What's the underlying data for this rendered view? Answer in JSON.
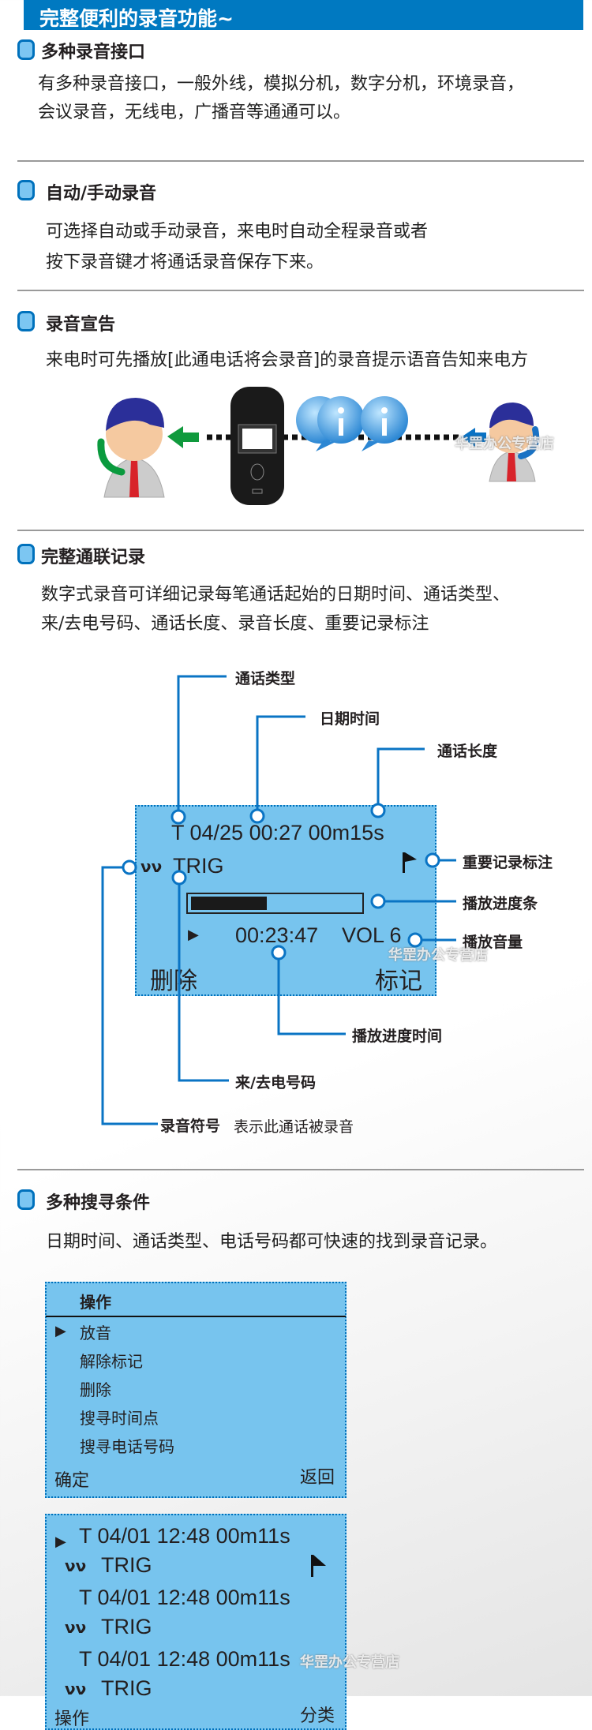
{
  "header": {
    "title": "完整便利的录音功能~"
  },
  "sections": [
    {
      "title": "多种录音接口",
      "lines": [
        "有多种录音接口，一般外线，模拟分机，数字分机，环境录音，",
        "会议录音，无线电，广播音等通通可以。"
      ]
    },
    {
      "title": "自动/手动录音",
      "lines": [
        "可选择自动或手动录音，来电时自动全程录音或者",
        "按下录音键才将通话录音保存下来。"
      ]
    },
    {
      "title": "录音宣告",
      "lines": [
        "来电时可先播放[此通电话将会录音]的录音提示语音告知来电方"
      ]
    },
    {
      "title": "完整通联记录",
      "lines": [
        "数字式录音可详细记录每笔通话起始的日期时间、通话类型、",
        "来/去电号码、通话长度、录音长度、重要记录标注"
      ]
    },
    {
      "title": "多种搜寻条件",
      "lines": [
        "日期时间、通话类型、电话号码都可快速的找到录音记录。"
      ]
    }
  ],
  "watermark": "华罡办公专营店",
  "lcd_detail": {
    "row1": "T 04/25  00:27  00m15s",
    "trig": "TRIG",
    "progress_fraction": 0.45,
    "time": "00:23:47",
    "vol": "VOL 6",
    "left_soft": "删除",
    "right_soft": "标记",
    "callouts": {
      "call_type": "通话类型",
      "datetime": "日期时间",
      "duration": "通话长度",
      "important_mark": "重要记录标注",
      "progress_bar": "播放进度条",
      "volume": "播放音量",
      "progress_time": "播放进度时间",
      "number": "来/去电号码",
      "rec_symbol": "录音符号",
      "rec_symbol_desc": "表示此通话被录音"
    }
  },
  "menu_lcd": {
    "title": "操作",
    "items": [
      "放音",
      "解除标记",
      "删除",
      "搜寻时间点",
      "搜寻电话号码"
    ],
    "ok": "确定",
    "back": "返回"
  },
  "list_lcd": {
    "records": [
      {
        "line": "T 04/01  12:48  00m11s",
        "sub": "TRIG",
        "selected": true,
        "flag": true
      },
      {
        "line": "T 04/01  12:48  00m11s",
        "sub": "TRIG"
      },
      {
        "line": "T 04/01  12:48  00m11s",
        "sub": "TRIG"
      }
    ],
    "left_soft": "操作",
    "right_soft": "分类"
  },
  "colors": {
    "accent": "#0079c1",
    "lcd": "#77c4ee"
  }
}
